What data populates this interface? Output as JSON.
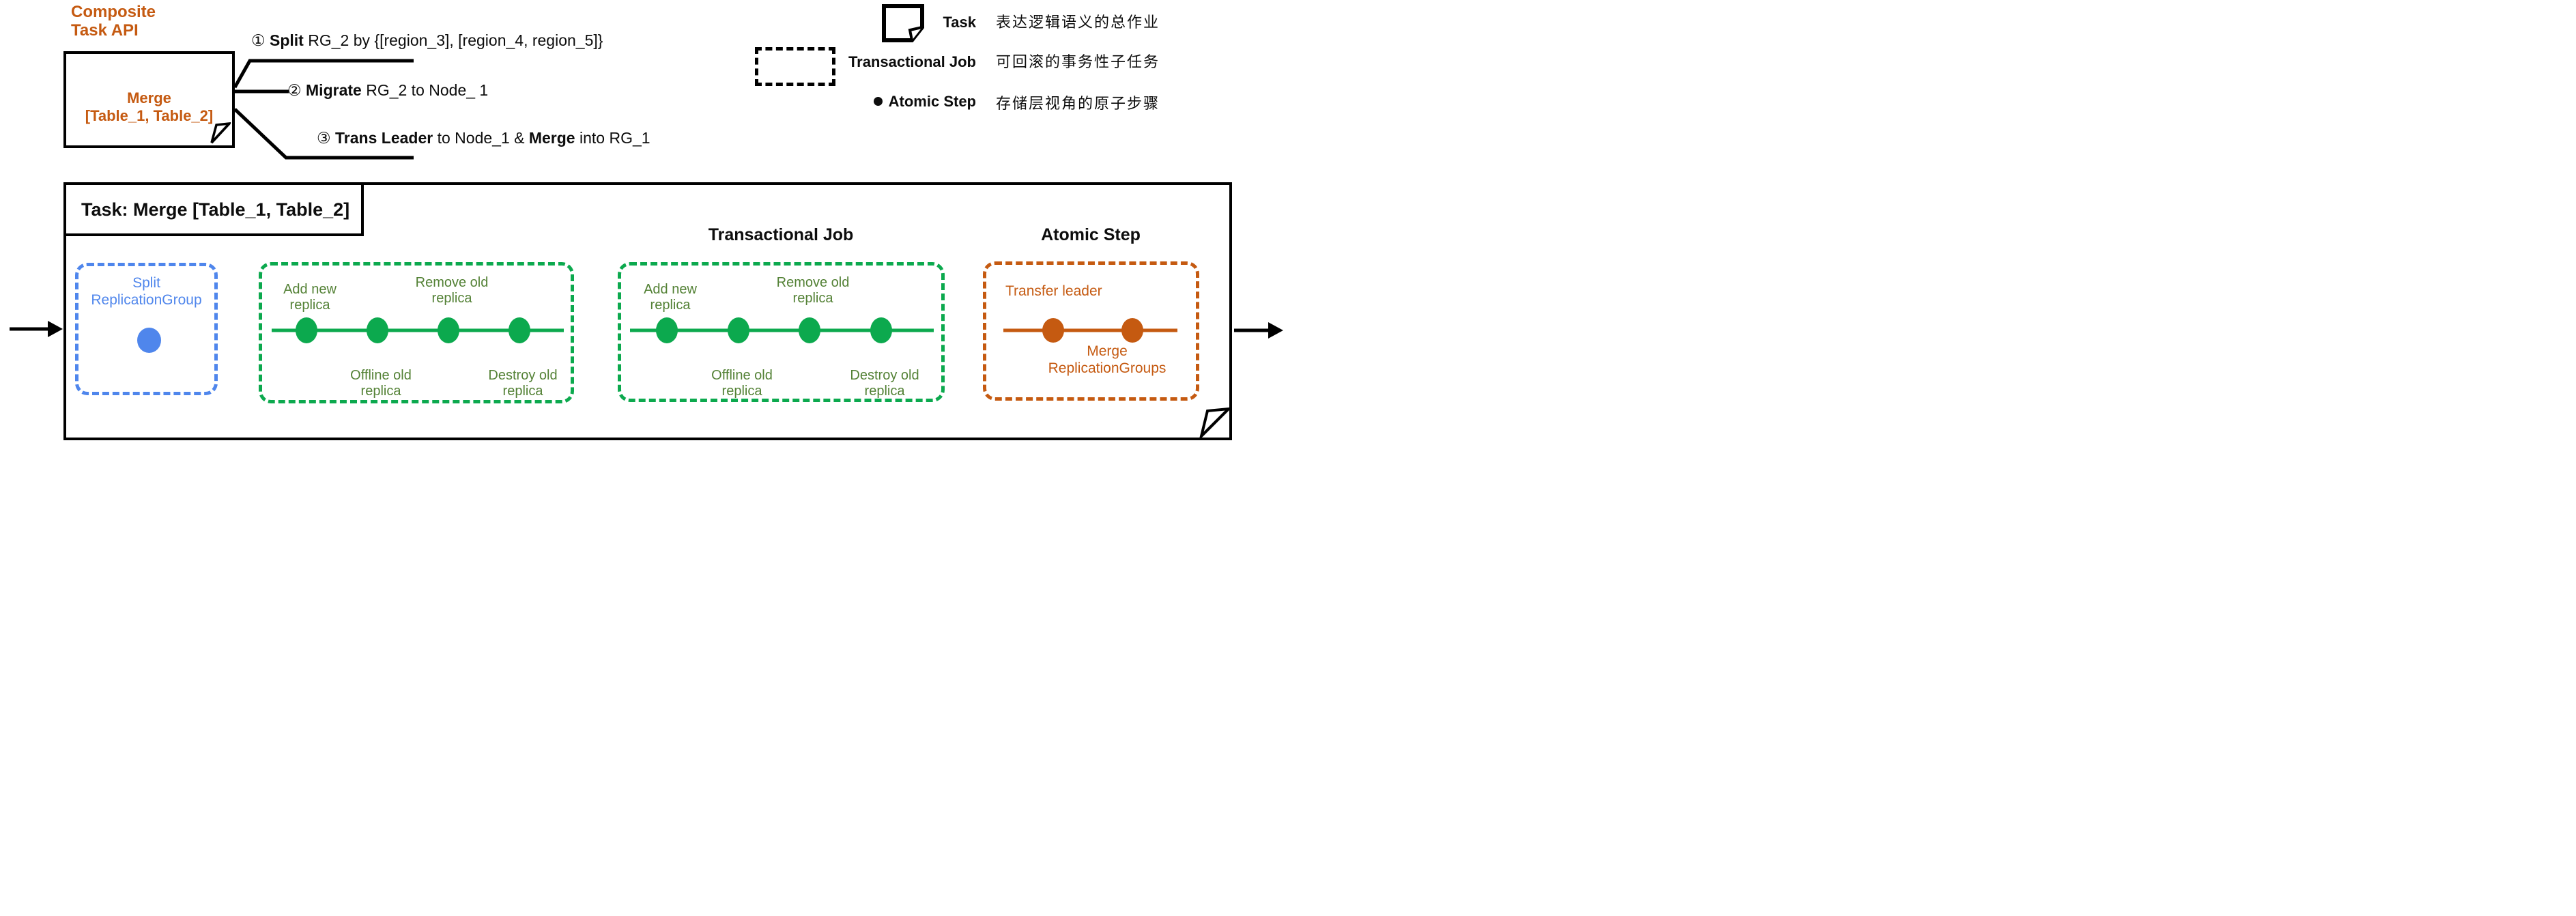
{
  "colors": {
    "orange": "#C55A11",
    "blue": "#4F86EC",
    "green": "#0CA94E",
    "dark_green": "#538135",
    "black": "#111111"
  },
  "header": {
    "api_title_lines": [
      "Composite",
      "Task API"
    ],
    "task_box_lines": [
      "Merge",
      "[Table_1, Table_2]"
    ],
    "steps": [
      {
        "segments": [
          {
            "text": "①  ",
            "bold": false
          },
          {
            "text": "Split",
            "bold": true
          },
          {
            "text": " RG_2 by  {[region_3],  [region_4,  region_5]}",
            "bold": false
          }
        ]
      },
      {
        "segments": [
          {
            "text": "② ",
            "bold": false
          },
          {
            "text": "Migrate",
            "bold": true
          },
          {
            "text": " RG_2  to  Node_ 1",
            "bold": false
          }
        ]
      },
      {
        "segments": [
          {
            "text": "③  ",
            "bold": false
          },
          {
            "text": "Trans Leader",
            "bold": true
          },
          {
            "text": " to Node_1 & ",
            "bold": false
          },
          {
            "text": "Merge",
            "bold": true
          },
          {
            "text": " into RG_1",
            "bold": false
          }
        ]
      }
    ]
  },
  "legend": {
    "rows": [
      {
        "icon": "task-doc-icon",
        "label": "Task",
        "desc": "表达逻辑语义的总作业"
      },
      {
        "icon": "transactional-job-dashed-icon",
        "label": "Transactional Job",
        "desc": "可回滚的事务性子任务"
      },
      {
        "icon": "atomic-step-dot-icon",
        "label": "Atomic Step",
        "desc": "存储层视角的原子步骤"
      }
    ]
  },
  "flow": {
    "title": "Task: Merge [Table_1, Table_2]",
    "transactional_heading": "Transactional Job",
    "atomic_heading": "Atomic Step",
    "split_box_lines": [
      "Split",
      "ReplicationGroup"
    ],
    "job_labels": {
      "add": [
        "Add new",
        "replica"
      ],
      "remove": [
        "Remove old",
        "replica"
      ],
      "offline": [
        "Offline old",
        "replica"
      ],
      "destroy": [
        "Destroy old",
        "replica"
      ]
    },
    "atomic_box": {
      "transfer": "Transfer leader",
      "merge_lines": [
        "Merge",
        "ReplicationGroups"
      ]
    }
  }
}
